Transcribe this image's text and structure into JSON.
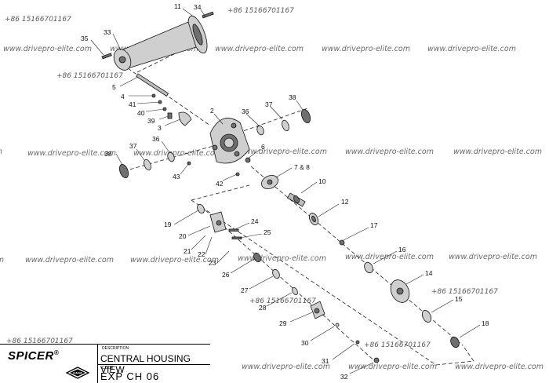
{
  "watermarks": {
    "phone": "+86 15166701167",
    "site": "www.drivepro-elite.com"
  },
  "title_block": {
    "brand": "SPICER",
    "brand_mark": "®",
    "dana_logo_text": "DANA",
    "description_label": "DESCRIPTION",
    "description": "CENTRAL HOUSING VIEW",
    "code_label": "CODE",
    "code": "EXP  CH  06"
  },
  "callouts": {
    "c11": "11",
    "c34": "34",
    "c35": "35",
    "c33": "33",
    "c5": "5",
    "c4": "4",
    "c41": "41",
    "c40": "40",
    "c39": "39",
    "c3": "3",
    "c2": "2",
    "c36a": "36",
    "c37a": "37",
    "c38a": "38",
    "c38b": "38",
    "c37b": "37",
    "c36b": "36",
    "c6": "6",
    "c43": "43",
    "c7_8": "7 & 8",
    "c42": "42",
    "c10": "10",
    "c12": "12",
    "c19": "19",
    "c20": "20",
    "c24": "24",
    "c25": "25",
    "c17": "17",
    "c21": "21",
    "c22": "22",
    "c23": "23",
    "c16": "16",
    "c26": "26",
    "c14": "14",
    "c27": "27",
    "c15": "15",
    "c28": "28",
    "c29": "29",
    "c18": "18",
    "c30": "30",
    "c31": "31",
    "c32": "32"
  }
}
